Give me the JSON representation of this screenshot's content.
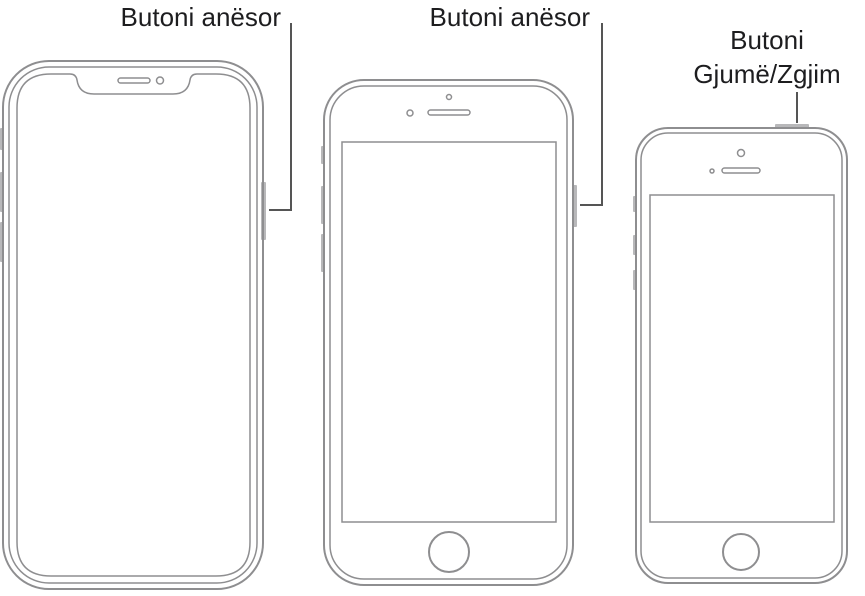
{
  "callouts": {
    "side_button_1": "Butoni anësor",
    "side_button_2": "Butoni anësor",
    "top_button_line1": "Butoni",
    "top_button_line2": "Gjumë/Zgjim"
  },
  "colors": {
    "outline": "#8e8e90",
    "leader": "#555555",
    "text": "#1d1d1f"
  }
}
